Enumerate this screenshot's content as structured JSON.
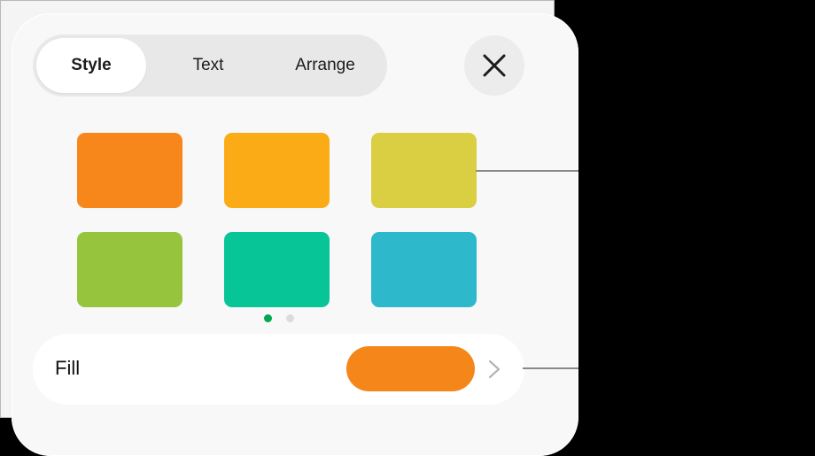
{
  "tabs": [
    {
      "label": "Style",
      "active": true
    },
    {
      "label": "Text",
      "active": false
    },
    {
      "label": "Arrange",
      "active": false
    }
  ],
  "close_button": {
    "icon": "close-icon"
  },
  "swatches": [
    {
      "color": "#f7871b"
    },
    {
      "color": "#faab16"
    },
    {
      "color": "#dace43"
    },
    {
      "color": "#96c53d"
    },
    {
      "color": "#07c597"
    },
    {
      "color": "#2db8cb"
    }
  ],
  "page_dots": {
    "count": 2,
    "active_index": 0,
    "active_color": "#00a651",
    "inactive_color": "#dcdcdc"
  },
  "fill": {
    "label": "Fill",
    "color": "#f5871a",
    "chevron_icon": "chevron-right-icon"
  },
  "callouts": [
    {
      "target": "swatch-grid"
    },
    {
      "target": "fill-row"
    }
  ]
}
